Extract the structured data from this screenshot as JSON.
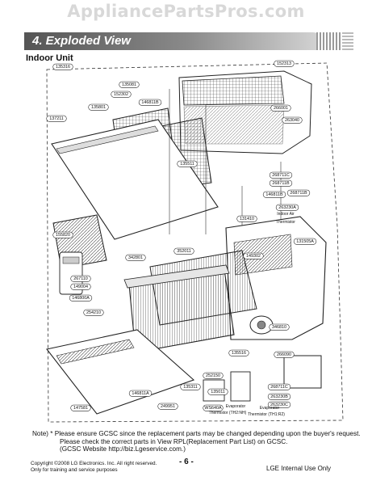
{
  "watermark": "AppliancePartsPros.com",
  "section_title": "4. Exploded View",
  "unit_title": "Indoor Unit",
  "parts": [
    "135316",
    "152313",
    "135081",
    "152302",
    "146811B",
    "135801",
    "266001",
    "137211",
    "263040",
    "135511",
    "268711C",
    "268711B",
    "146811B",
    "268711B",
    "263230A",
    "131410",
    "Indoor Air",
    "Thermistor",
    "155820",
    "342801",
    "352011",
    "149302",
    "131505A",
    "267110",
    "149004",
    "146800A",
    "254210",
    "346810",
    "135516",
    "266090",
    "252150",
    "135011",
    "135311",
    "268711C",
    "263230B",
    "263230C",
    "146811A",
    "WS640A",
    "147581",
    "249951",
    "Evaporator",
    "Thermistor (TH2:NH)",
    "Evaporator",
    "Thermistor (TH1:R2)"
  ],
  "note_lines": [
    "Note) * Please ensure GCSC since the replacement parts may be changed depending upon the buyer's request.",
    "Please check the correct parts in View RPL(Replacement Part List) on GCSC.",
    "(GCSC Website  http://biz.Lgeservice.com.)"
  ],
  "footer": {
    "copyright": "Copyright ©2008 LG Electronics. Inc. All right reserved.",
    "training": "Only for training and service purposes",
    "page": "- 6 -",
    "internal": "LGE Internal Use Only"
  },
  "colors": {
    "bar_dark": "#555555",
    "bar_light": "#d4d4d4",
    "line": "#222222"
  }
}
